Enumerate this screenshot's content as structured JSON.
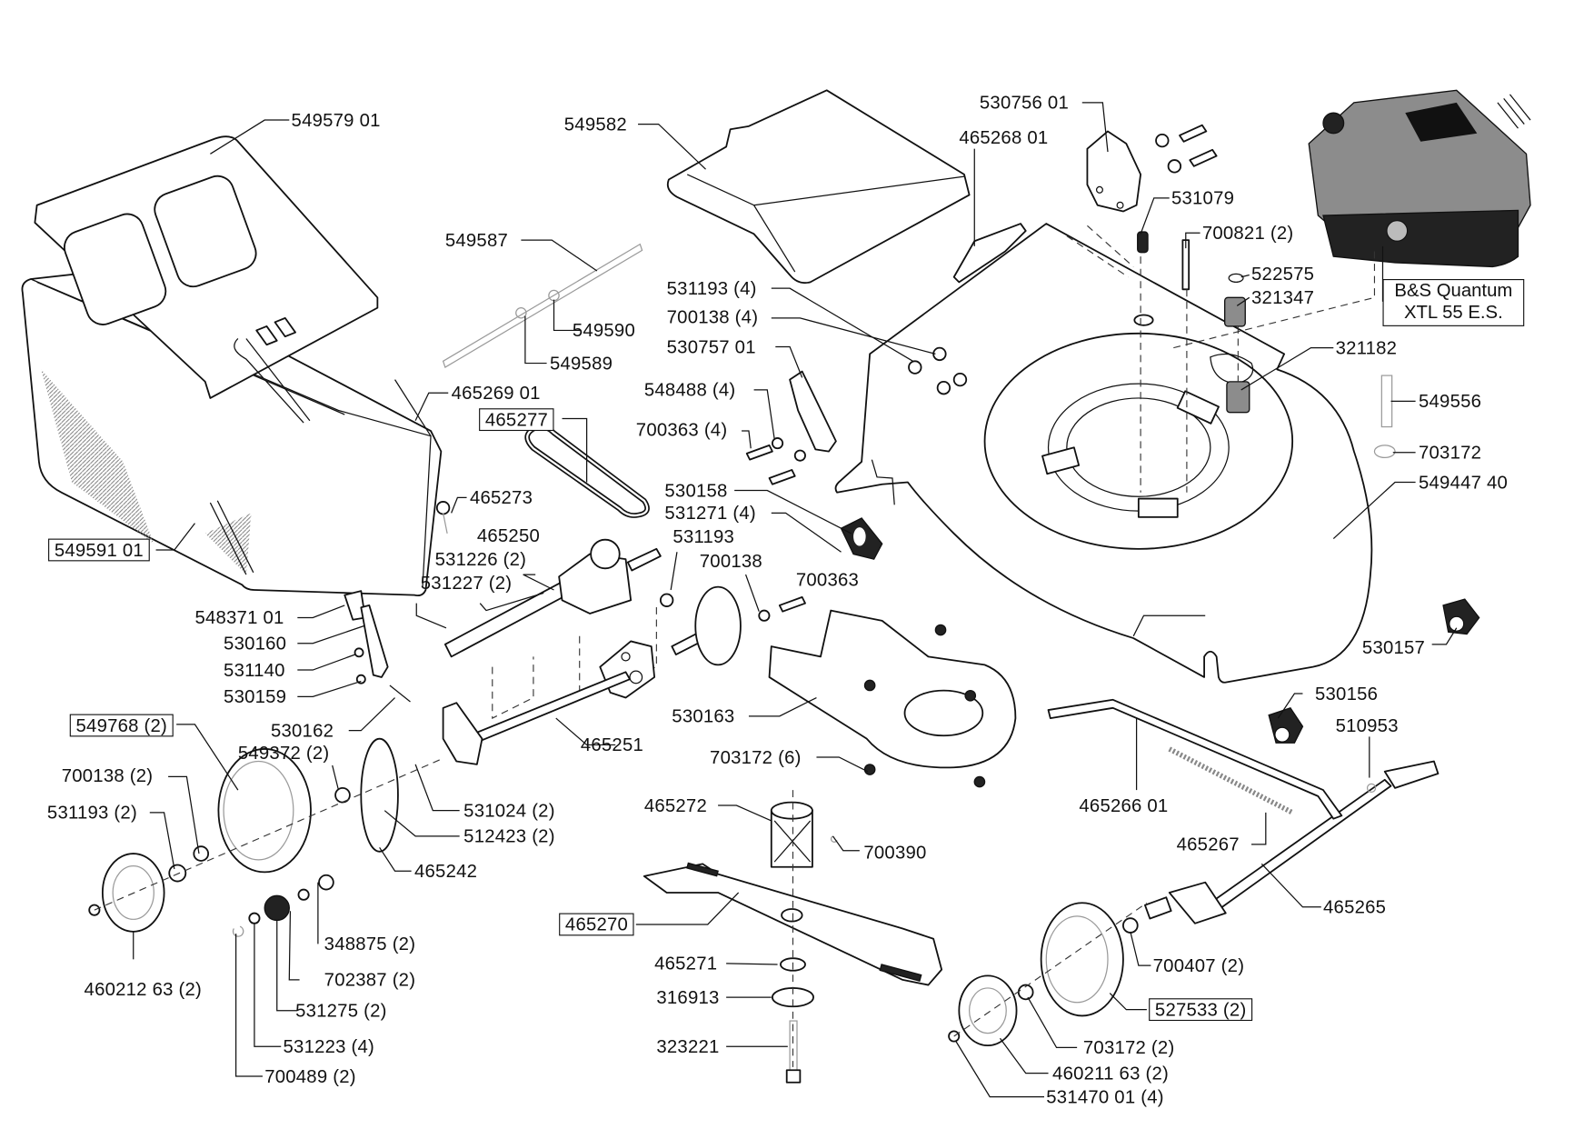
{
  "diagram": {
    "title": "Lawn mower exploded parts diagram",
    "engine": {
      "line1": "B&S Quantum",
      "line2": "XTL 55 E.S."
    },
    "parts": [
      {
        "id": "p01",
        "label": "549579 01",
        "boxed": false
      },
      {
        "id": "p02",
        "label": "549582",
        "boxed": false
      },
      {
        "id": "p03",
        "label": "530756 01",
        "boxed": false
      },
      {
        "id": "p04",
        "label": "465268 01",
        "boxed": false
      },
      {
        "id": "p05",
        "label": "531079",
        "boxed": false
      },
      {
        "id": "p06",
        "label": "700821 (2)",
        "boxed": false
      },
      {
        "id": "p07",
        "label": "522575",
        "boxed": false
      },
      {
        "id": "p08",
        "label": "321347",
        "boxed": false
      },
      {
        "id": "p09",
        "label": "549587",
        "boxed": false
      },
      {
        "id": "p10",
        "label": "549590",
        "boxed": false
      },
      {
        "id": "p11",
        "label": "549589",
        "boxed": false
      },
      {
        "id": "p12",
        "label": "531193 (4)",
        "boxed": false
      },
      {
        "id": "p13",
        "label": "700138 (4)",
        "boxed": false
      },
      {
        "id": "p14",
        "label": "530757 01",
        "boxed": false
      },
      {
        "id": "p15",
        "label": "321182",
        "boxed": false
      },
      {
        "id": "p16",
        "label": "548488 (4)",
        "boxed": false
      },
      {
        "id": "p17",
        "label": "549556",
        "boxed": false
      },
      {
        "id": "p18",
        "label": "465269 01",
        "boxed": false
      },
      {
        "id": "p19",
        "label": "465277",
        "boxed": true
      },
      {
        "id": "p20",
        "label": "700363 (4)",
        "boxed": false
      },
      {
        "id": "p21",
        "label": "703172",
        "boxed": false
      },
      {
        "id": "p22",
        "label": "549447 40",
        "boxed": false
      },
      {
        "id": "p23",
        "label": "465273",
        "boxed": false
      },
      {
        "id": "p24",
        "label": "530158",
        "boxed": false
      },
      {
        "id": "p25",
        "label": "531271 (4)",
        "boxed": false
      },
      {
        "id": "p26",
        "label": "549591 01",
        "boxed": true
      },
      {
        "id": "p27",
        "label": "465250",
        "boxed": false
      },
      {
        "id": "p28",
        "label": "531193",
        "boxed": false
      },
      {
        "id": "p29",
        "label": "531226 (2)",
        "boxed": false
      },
      {
        "id": "p30",
        "label": "700138",
        "boxed": false
      },
      {
        "id": "p31",
        "label": "531227 (2)",
        "boxed": false
      },
      {
        "id": "p32",
        "label": "700363",
        "boxed": false
      },
      {
        "id": "p33",
        "label": "548371 01",
        "boxed": false
      },
      {
        "id": "p34",
        "label": "530157",
        "boxed": false
      },
      {
        "id": "p35",
        "label": "530160",
        "boxed": false
      },
      {
        "id": "p36",
        "label": "531140",
        "boxed": false
      },
      {
        "id": "p37",
        "label": "530159",
        "boxed": false
      },
      {
        "id": "p38",
        "label": "530156",
        "boxed": false
      },
      {
        "id": "p39",
        "label": "530163",
        "boxed": false
      },
      {
        "id": "p40",
        "label": "549768 (2)",
        "boxed": true
      },
      {
        "id": "p41",
        "label": "530162",
        "boxed": false
      },
      {
        "id": "p42",
        "label": "510953",
        "boxed": false
      },
      {
        "id": "p43",
        "label": "549372 (2)",
        "boxed": false
      },
      {
        "id": "p44",
        "label": "465251",
        "boxed": false
      },
      {
        "id": "p45",
        "label": "703172 (6)",
        "boxed": false
      },
      {
        "id": "p46",
        "label": "700138 (2)",
        "boxed": false
      },
      {
        "id": "p47",
        "label": "465272",
        "boxed": false
      },
      {
        "id": "p48",
        "label": "465266 01",
        "boxed": false
      },
      {
        "id": "p49",
        "label": "531193 (2)",
        "boxed": false
      },
      {
        "id": "p50",
        "label": "531024 (2)",
        "boxed": false
      },
      {
        "id": "p51",
        "label": "512423 (2)",
        "boxed": false
      },
      {
        "id": "p52",
        "label": "700390",
        "boxed": false
      },
      {
        "id": "p53",
        "label": "465267",
        "boxed": false
      },
      {
        "id": "p54",
        "label": "465242",
        "boxed": false
      },
      {
        "id": "p55",
        "label": "465265",
        "boxed": false
      },
      {
        "id": "p56",
        "label": "465270",
        "boxed": true
      },
      {
        "id": "p57",
        "label": "348875 (2)",
        "boxed": false
      },
      {
        "id": "p58",
        "label": "700407 (2)",
        "boxed": false
      },
      {
        "id": "p59",
        "label": "465271",
        "boxed": false
      },
      {
        "id": "p60",
        "label": "460212 63 (2)",
        "boxed": false
      },
      {
        "id": "p61",
        "label": "702387 (2)",
        "boxed": false
      },
      {
        "id": "p62",
        "label": "316913",
        "boxed": false
      },
      {
        "id": "p63",
        "label": "527533 (2)",
        "boxed": true
      },
      {
        "id": "p64",
        "label": "531275 (2)",
        "boxed": false
      },
      {
        "id": "p65",
        "label": "531223 (4)",
        "boxed": false
      },
      {
        "id": "p66",
        "label": "323221",
        "boxed": false
      },
      {
        "id": "p67",
        "label": "703172 (2)",
        "boxed": false
      },
      {
        "id": "p68",
        "label": "460211 63 (2)",
        "boxed": false
      },
      {
        "id": "p69",
        "label": "700489 (2)",
        "boxed": false
      },
      {
        "id": "p70",
        "label": "531470 01 (4)",
        "boxed": false
      }
    ]
  }
}
